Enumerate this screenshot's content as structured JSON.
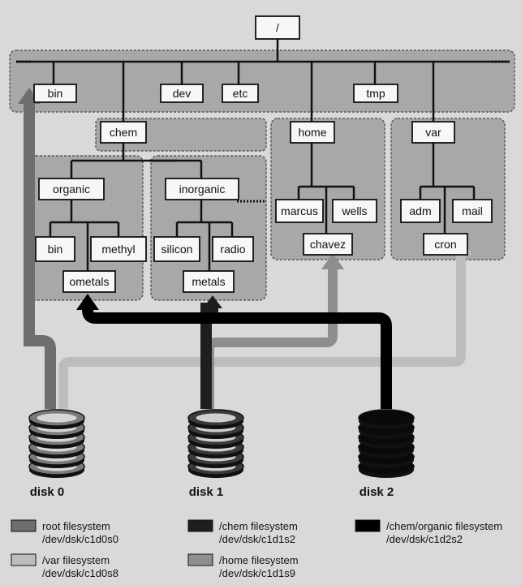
{
  "colors": {
    "background": "#d9d9d9",
    "region_fill": "#a8a8a8",
    "region_border": "#5a5a5a",
    "node_fill": "#f7f7f7",
    "line": "#111111",
    "root_fs": "#6e6e6e",
    "var_fs": "#bdbdbd",
    "chem_fs": "#1e1e1e",
    "home_fs": "#8e8e8e",
    "organic_fs": "#000000"
  },
  "nodes": {
    "root": "/",
    "bin": "bin",
    "dev": "dev",
    "etc": "etc",
    "tmp": "tmp",
    "chem": "chem",
    "home": "home",
    "var": "var",
    "organic": "organic",
    "inorganic": "inorganic",
    "organic_bin": "bin",
    "methyl": "methyl",
    "ometals": "ometals",
    "silicon": "silicon",
    "radio": "radio",
    "metals": "metals",
    "marcus": "marcus",
    "wells": "wells",
    "chavez": "chavez",
    "adm": "adm",
    "mail": "mail",
    "cron": "cron"
  },
  "disks": [
    {
      "label": "disk 0"
    },
    {
      "label": "disk 1"
    },
    {
      "label": "disk 2"
    }
  ],
  "legend": [
    {
      "name": "root filesystem",
      "device": "/dev/dsk/c1d0s0",
      "color_key": "root_fs"
    },
    {
      "name": "/chem filesystem",
      "device": "/dev/dsk/c1d1s2",
      "color_key": "chem_fs"
    },
    {
      "name": "/chem/organic filesystem",
      "device": "/dev/dsk/c1d2s2",
      "color_key": "organic_fs"
    },
    {
      "name": "/var filesystem",
      "device": "/dev/dsk/c1d0s8",
      "color_key": "var_fs"
    },
    {
      "name": "/home filesystem",
      "device": "/dev/dsk/c1d1s9",
      "color_key": "home_fs"
    }
  ]
}
